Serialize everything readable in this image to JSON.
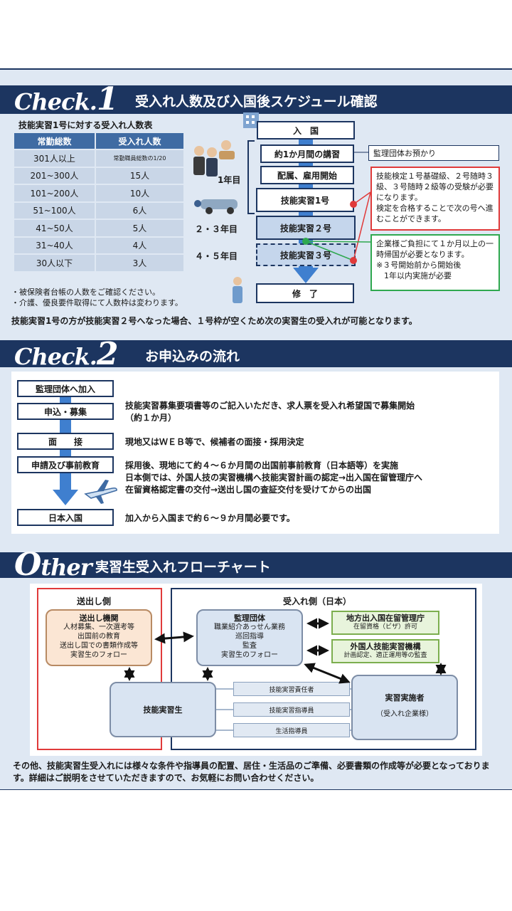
{
  "check1": {
    "logo_word": "Check.",
    "logo_num": "1",
    "heading": "受入れ人数及び入国後スケジュール確認",
    "table_title": "技能実習1号に対する受入れ人数表",
    "table_headers": [
      "常勤総数",
      "受入れ人数"
    ],
    "table_rows": [
      [
        "301人以上",
        "常勤職員総数の1/20"
      ],
      [
        "201~300人",
        "15人"
      ],
      [
        "101~200人",
        "10人"
      ],
      [
        "51~100人",
        "6人"
      ],
      [
        "41~50人",
        "5人"
      ],
      [
        "31~40人",
        "4人"
      ],
      [
        "30人以下",
        "3人"
      ]
    ],
    "notes": [
      "・被保険者台帳の人数をご確認ください。",
      "・介護、優良要件取得にて人数枠は変わります。"
    ],
    "steps": [
      "入　国",
      "約1か月間の講習",
      "配属、雇用開始",
      "技能実習1号",
      "技能実習２号",
      "技能実習３号",
      "修　了"
    ],
    "years": [
      "1年目",
      "２・３年目",
      "４・５年目"
    ],
    "callout_agency": "監理団体お預かり",
    "callout_red": "技能検定１号基礎級、２号随時３級、３号随時２級等の受験が必要になります。\n検定を合格することで次の号へ進むことができます。",
    "callout_green": "企業様ご負担にて１か月以上の一時帰国が必要となります。\n※３号開始前から開始後\n　1年以内実施が必要",
    "summary": "技能実習1号の方が技能実習２号へなった場合、１号枠が空くため次の実習生の受入れが可能となります。"
  },
  "check2": {
    "logo_word": "Check.",
    "logo_num": "2",
    "heading": "お申込みの流れ",
    "steps": [
      "監理団体へ加入",
      "申込・募集",
      "面　　接",
      "申請及び事前教育",
      "日本入国"
    ],
    "desc_recruit": "技能実習募集要項書等のご記入いただき、求人票を受入れ希望国で募集開始\n（約１か月）",
    "desc_interview": "現地又はＷＥＢ等で、候補者の面接・採用決定",
    "desc_education": "採用後、現地にて約４～６か月間の出国前事前教育（日本語等）を実施\n日本側では、外国人技の実習機構へ技能実習計画の認定→出入国在留管理庁へ\n在留資格認定書の交付→送出し国の査証交付を受けてからの出国",
    "desc_entry": "加入から入国まで約６～９か月間必要です。"
  },
  "other": {
    "logo_o": "O",
    "logo_rest": "ther",
    "heading": "実習生受入れフローチャート",
    "sender_side": "送出し側",
    "receiver_side": "受入れ側（日本）",
    "sender_org_title": "送出し機関",
    "sender_org_body": "人材募集、一次選考等\n出国前の教育\n送出し国での書類作成等\n実習生のフォロー",
    "agency_title": "監理団体",
    "agency_body": "職業紹介あっせん業務\n巡回指導\n監査\n実習生のフォロー",
    "immigration_title": "地方出入国在留管理庁",
    "immigration_body": "在留資格（ビザ）許可",
    "otit_title": "外国人技能実習機構",
    "otit_body": "計画認定、適正運用等の監査",
    "trainee": "技能実習生",
    "implementer_title": "実習実施者",
    "implementer_body": "（受入れ企業様）",
    "roles": [
      "技能実習責任者",
      "技能実習指導員",
      "生活指導員"
    ],
    "footer": "その他、技能実習生受入れには様々な条件や指導員の配置、居住・生活品のご準備、必要書類の作成等が必要となっております。詳細はご説明をさせていただきますので、お気軽にお問い合わせください。"
  },
  "colors": {
    "navy": "#1c3560",
    "accent_blue": "#3f6ba3",
    "light_blue": "#dfe8f3",
    "red": "#e03a3a",
    "green": "#2fa84f"
  }
}
